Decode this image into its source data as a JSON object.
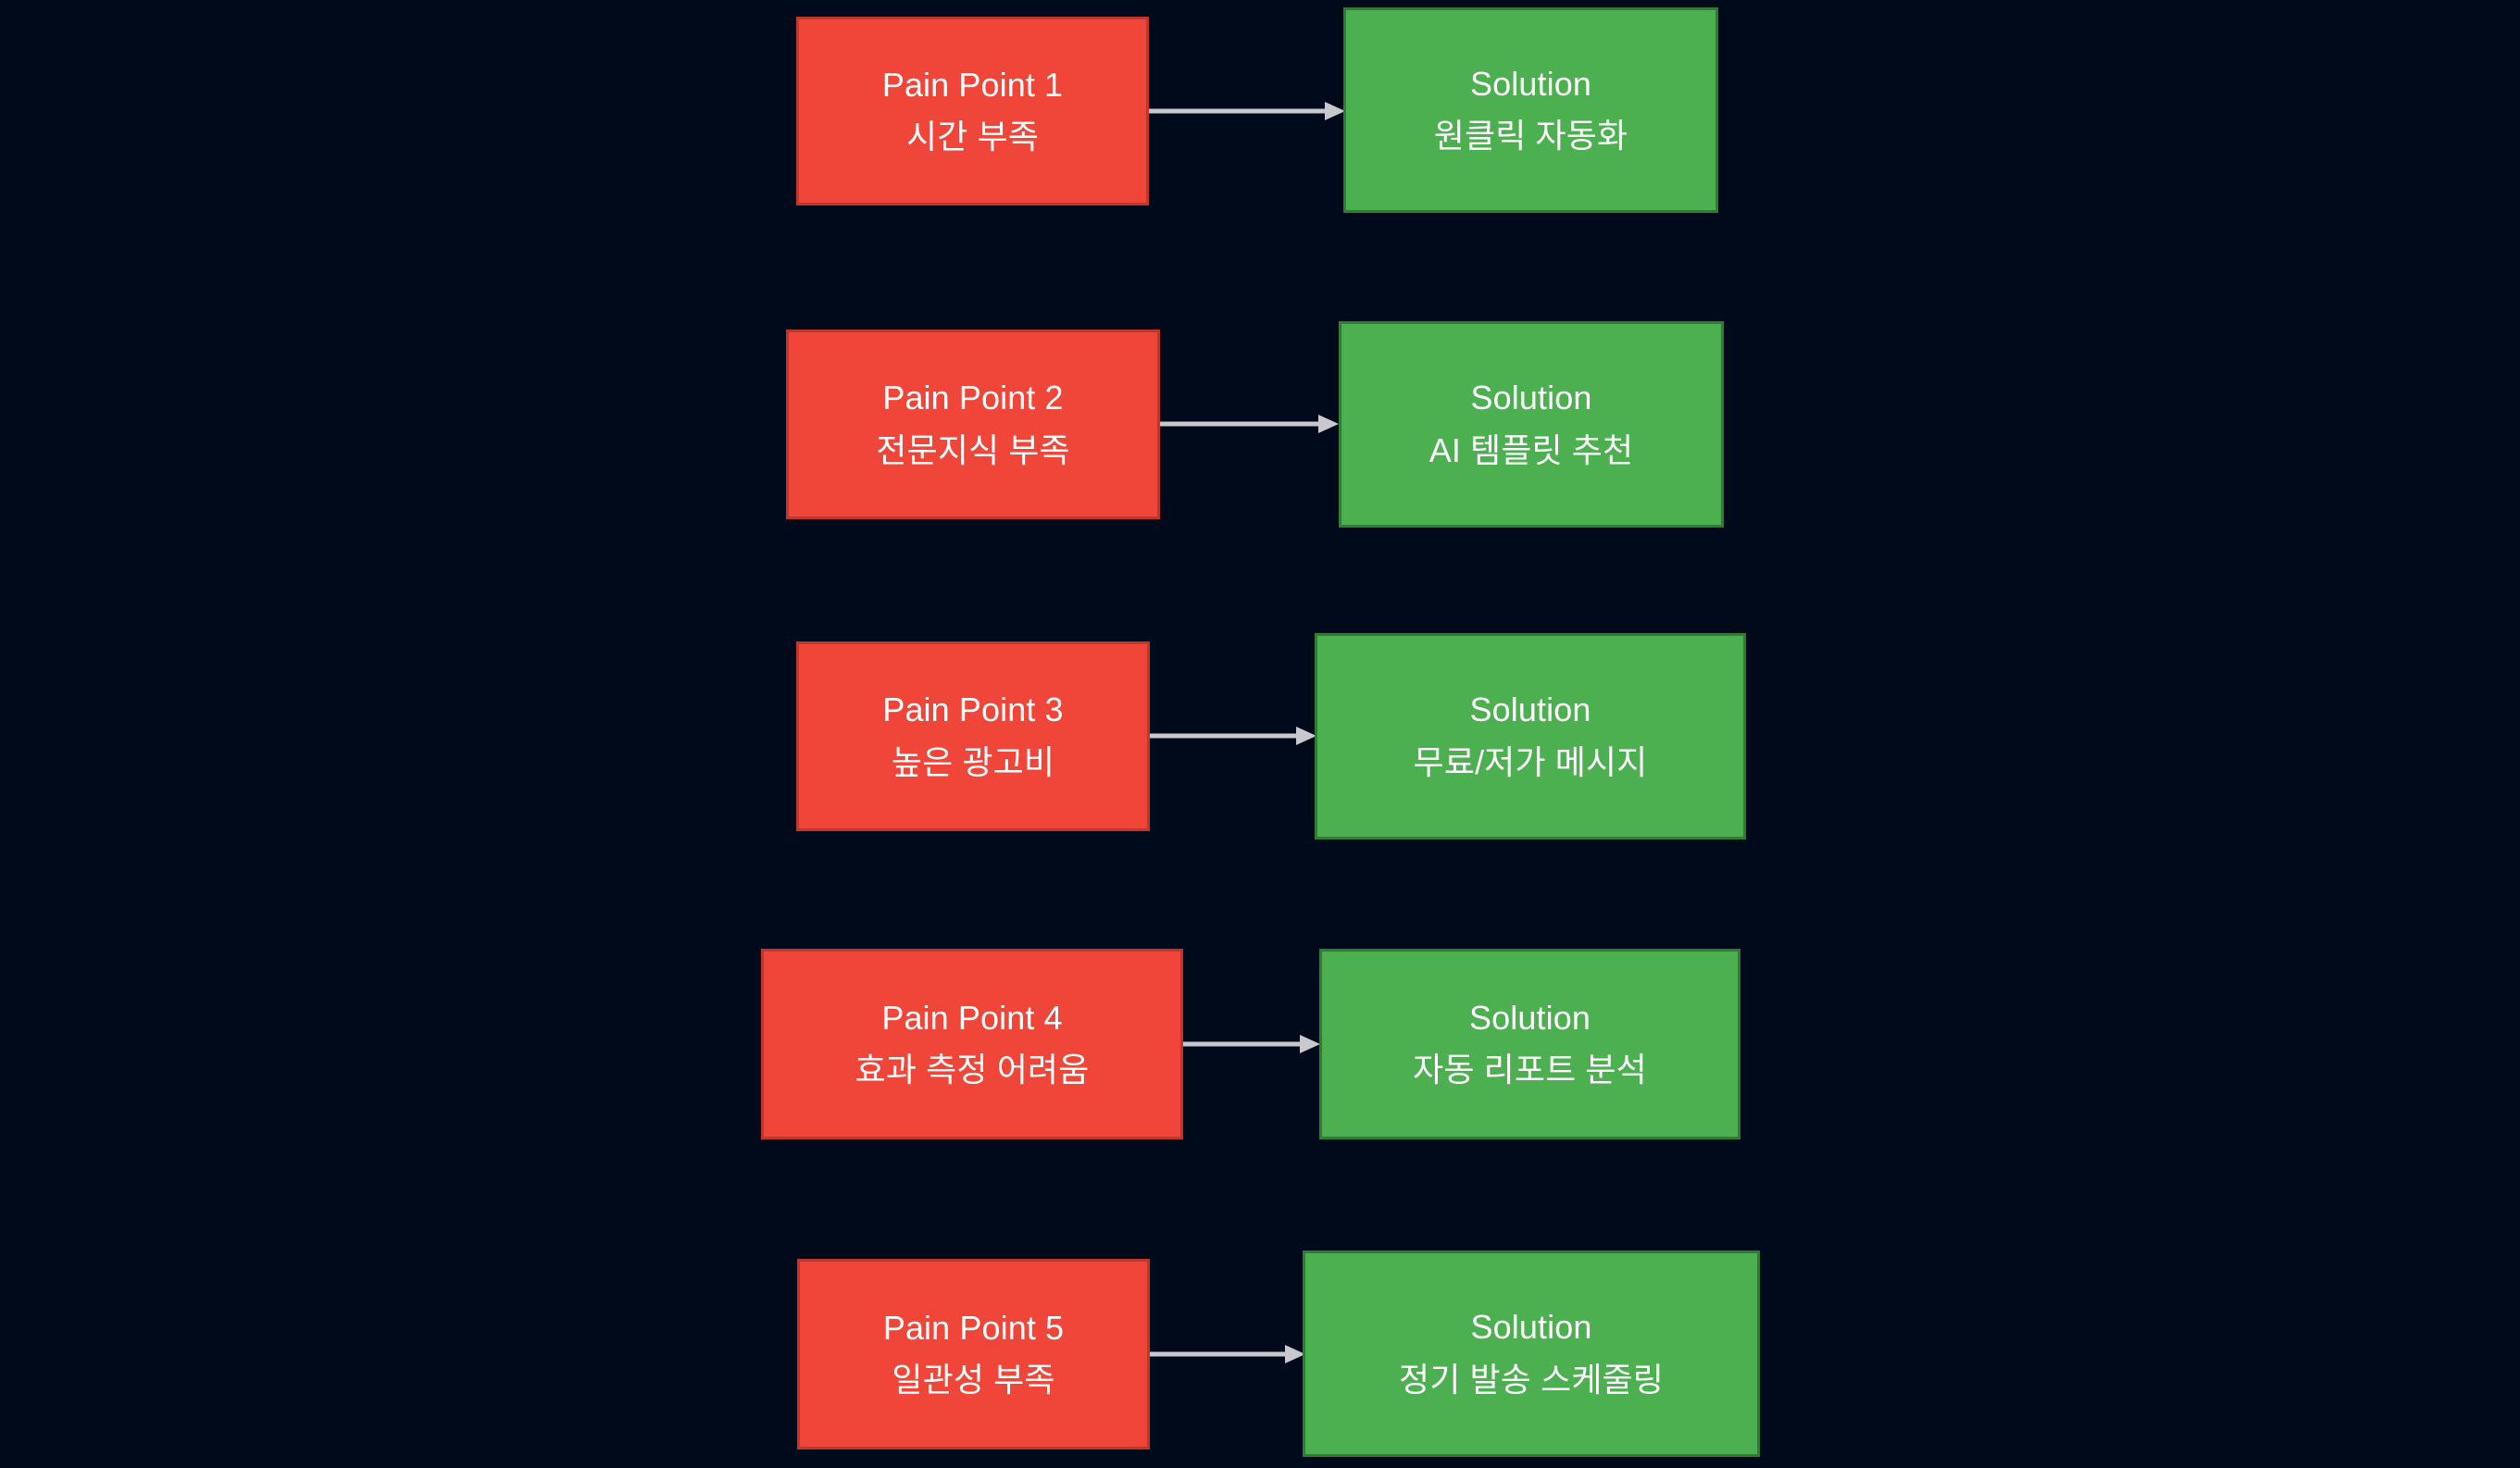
{
  "diagram": {
    "type": "flow",
    "orientation": "left-to-right",
    "background_color": "#010a1a",
    "pain_color": "#f0463a",
    "pain_border_color": "#c0352c",
    "solution_color": "#4caf50",
    "solution_border_color": "#2f7d34",
    "arrow_color": "#c8c8cd",
    "text_color": "#ffffff",
    "rows": [
      {
        "pain": {
          "title": "Pain Point 1",
          "detail": "시간 부족"
        },
        "solution": {
          "title": "Solution",
          "detail": "원클릭 자동화"
        },
        "arrow_label": ""
      },
      {
        "pain": {
          "title": "Pain Point 2",
          "detail": "전문지식 부족"
        },
        "solution": {
          "title": "Solution",
          "detail": "AI 템플릿 추천"
        },
        "arrow_label": ""
      },
      {
        "pain": {
          "title": "Pain Point 3",
          "detail": "높은 광고비"
        },
        "solution": {
          "title": "Solution",
          "detail": "무료/저가 메시지"
        },
        "arrow_label": ""
      },
      {
        "pain": {
          "title": "Pain Point 4",
          "detail": "효과 측정 어려움"
        },
        "solution": {
          "title": "Solution",
          "detail": "자동 리포트 분석"
        },
        "arrow_label": ""
      },
      {
        "pain": {
          "title": "Pain Point 5",
          "detail": "일관성 부족"
        },
        "solution": {
          "title": "Solution",
          "detail": "정기 발송 스케줄링"
        },
        "arrow_label": ""
      }
    ]
  }
}
